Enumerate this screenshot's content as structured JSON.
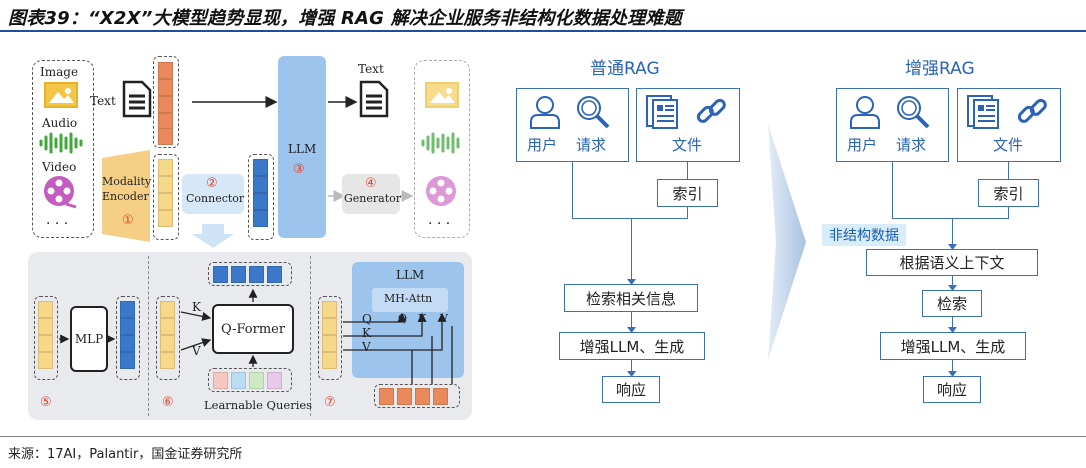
{
  "figure_title": "图表39：“X2X”大模型趋势显现，增强 RAG 解决企业服务非结构化数据处理难题",
  "source": "来源：17AI，Palantir，国金证券研究所",
  "left_diagram": {
    "inputs": [
      "Image",
      "Audio",
      "Video"
    ],
    "ellipsis": "· · ·",
    "text_label": "Text",
    "output_text": "Text",
    "encoder": "Modality Encoder",
    "connector": "Connector",
    "llm": "LLM",
    "generator": "Generator",
    "steps": [
      "①",
      "②",
      "③",
      "④",
      "⑤",
      "⑥",
      "⑦"
    ],
    "mlp": "MLP",
    "qformer": "Q-Former",
    "learnable": "Learnable Queries",
    "k": "K",
    "v": "V",
    "q": "Q",
    "llm2": "LLM",
    "mhattn": "MH-Attn"
  },
  "rag_left": {
    "title": "普通RAG",
    "user": "用户",
    "request": "请求",
    "file": "文件",
    "index": "索引",
    "steps": [
      "检索相关信息",
      "增强LLM、生成",
      "响应"
    ]
  },
  "rag_right": {
    "title": "增强RAG",
    "user": "用户",
    "request": "请求",
    "file": "文件",
    "index": "索引",
    "tag": "非结构数据",
    "steps": [
      "根据语义上下文",
      "检索",
      "增强LLM、生成",
      "响应"
    ]
  },
  "colors": {
    "accent": "#2a63b8",
    "orange": "#ea8a5c",
    "yellow": "#f7d889",
    "blue": "#3b78c9",
    "red": "#e0442a"
  }
}
